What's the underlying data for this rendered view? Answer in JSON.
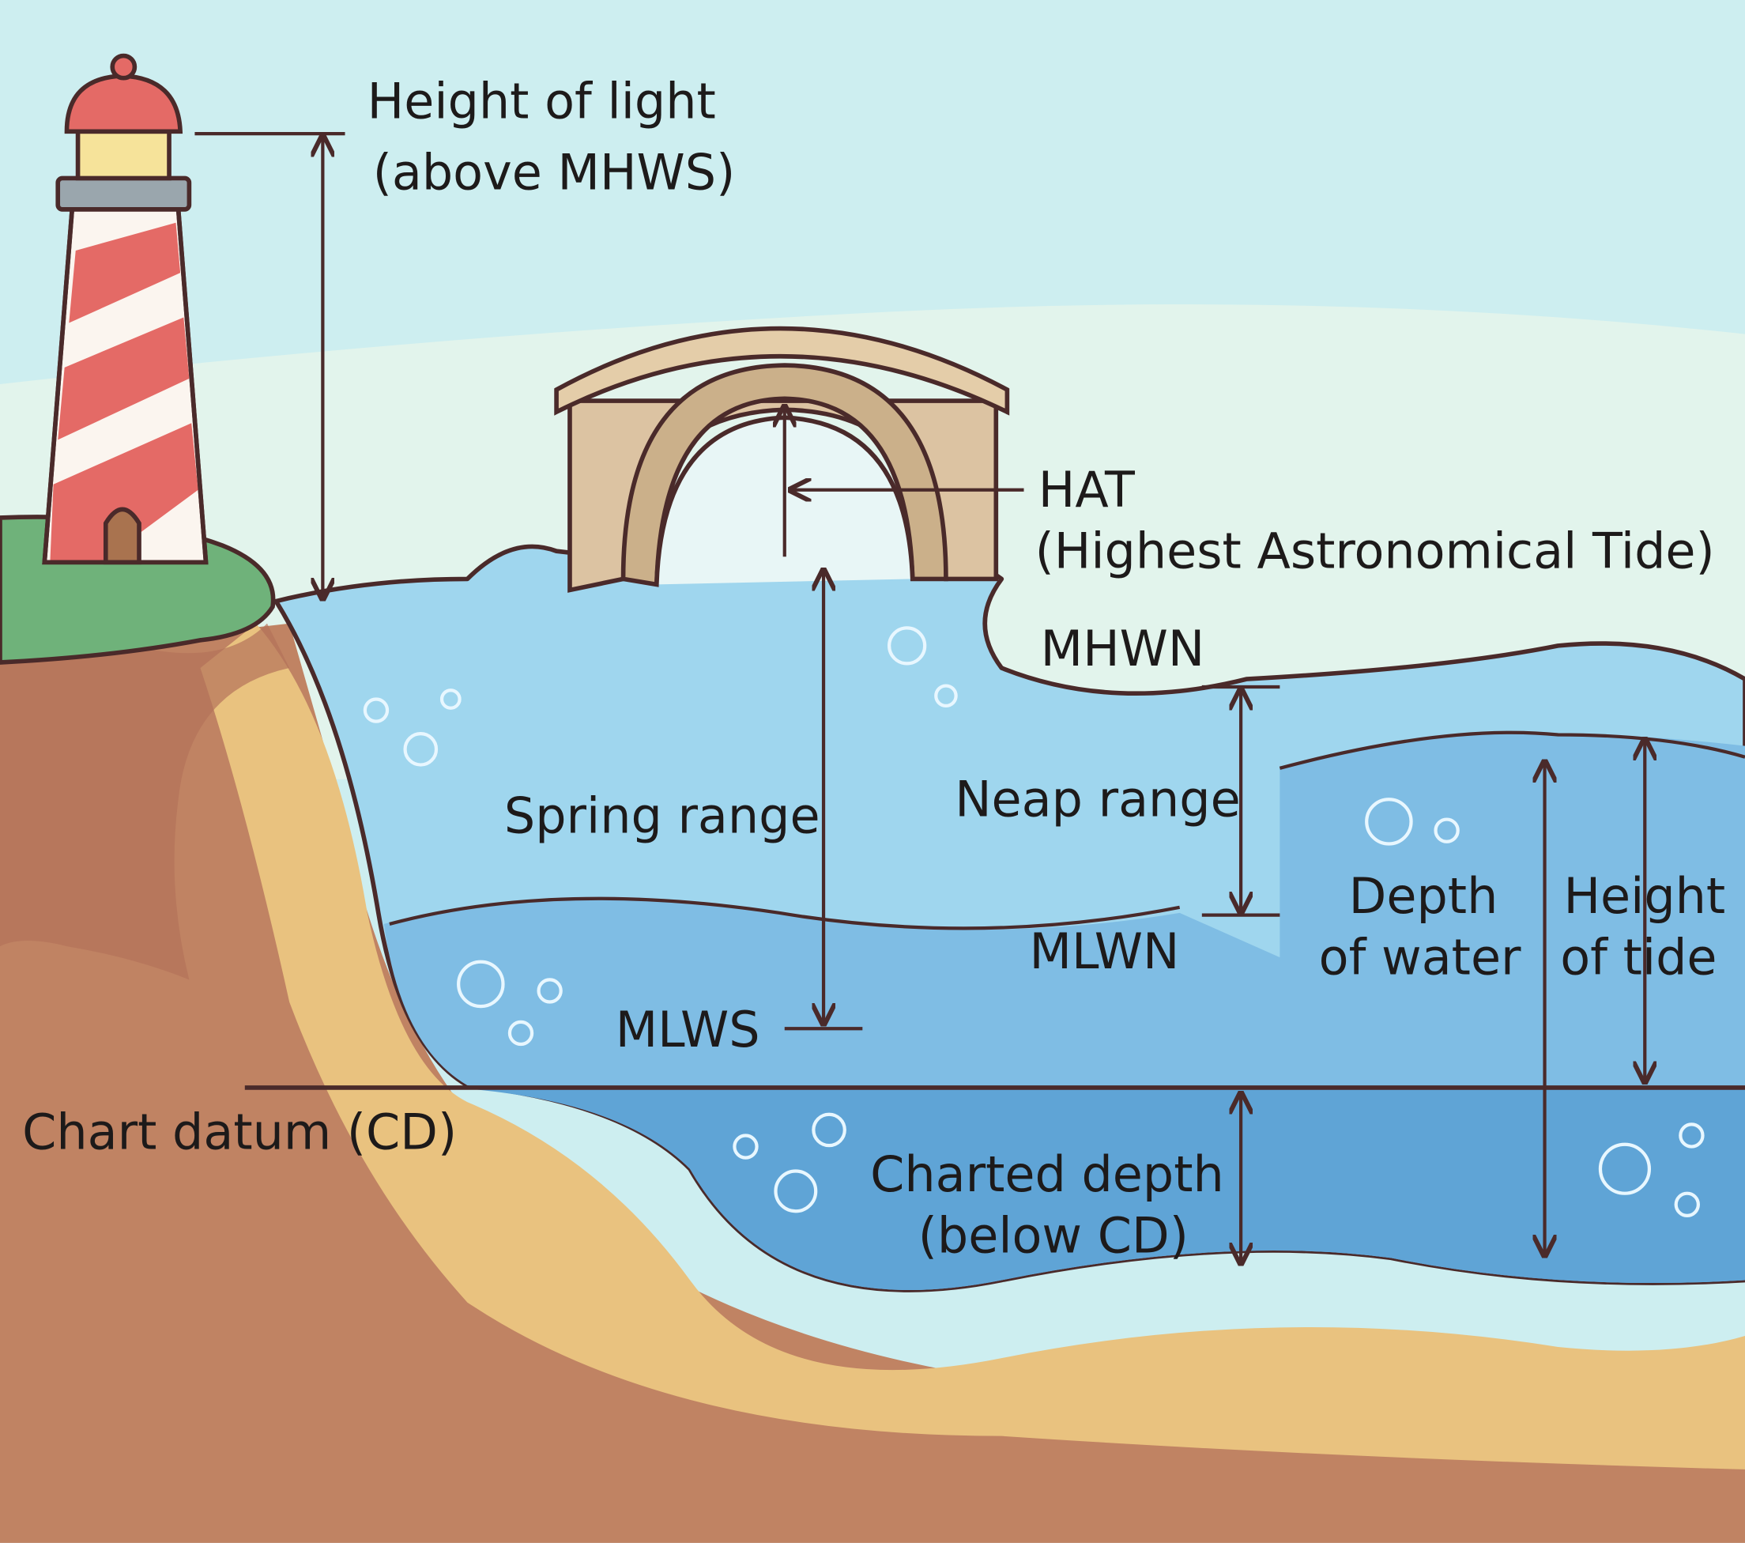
{
  "labels": {
    "height_of_light": [
      "Height of light",
      "(above MHWS)"
    ],
    "hat": [
      "HAT",
      "(Highest Astronomical Tide)"
    ],
    "mhwn": "MHWN",
    "neap_range": "Neap range",
    "spring_range": "Spring range",
    "depth_of_water": [
      "Depth",
      "of water"
    ],
    "height_of_tide": [
      "Height",
      "of tide"
    ],
    "mlwn": "MLWN",
    "mlws": "MLWS",
    "chart_datum": "Chart datum (CD)",
    "charted_depth": [
      "Charted depth",
      "(below CD)"
    ]
  },
  "colors": {
    "sky": "#cdeef0",
    "water": "#9fd6ee",
    "deep_water": "#6fb0dc",
    "sand": "#e9c27f",
    "cliff": "#c08363",
    "grass": "#6fb27a",
    "lighthouse_red": "#e46a66",
    "line": "#4a2a2a"
  }
}
